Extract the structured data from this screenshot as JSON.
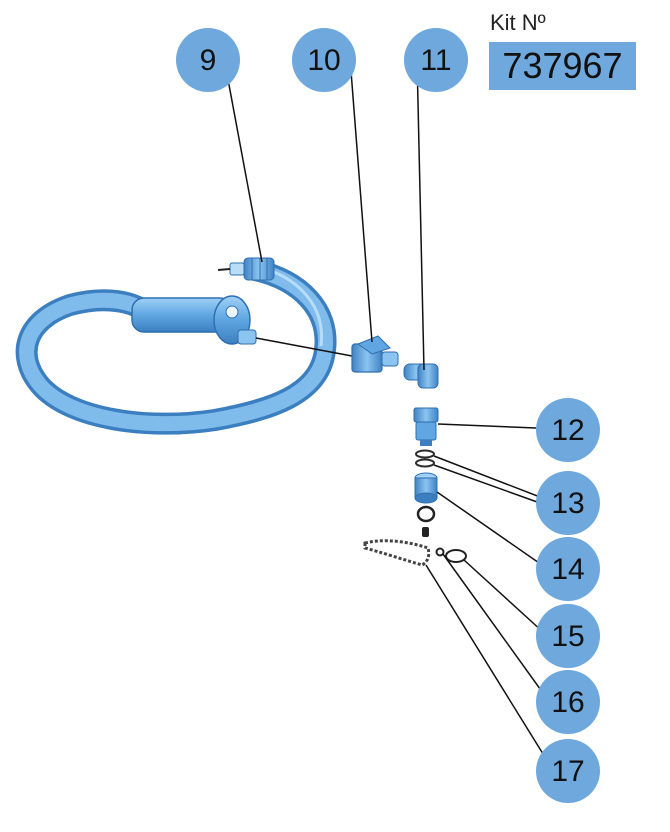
{
  "kit": {
    "label": "Kit Nº",
    "number": "737967"
  },
  "callouts": [
    "9",
    "10",
    "11",
    "12",
    "13",
    "14",
    "15",
    "16",
    "17"
  ],
  "colors": {
    "callout_fill": "#6fa8dc",
    "hose": "#6aaee8",
    "hose_dark": "#3c7fc0",
    "leader_line": "#111111",
    "kit_box": "#6fa8dc"
  }
}
